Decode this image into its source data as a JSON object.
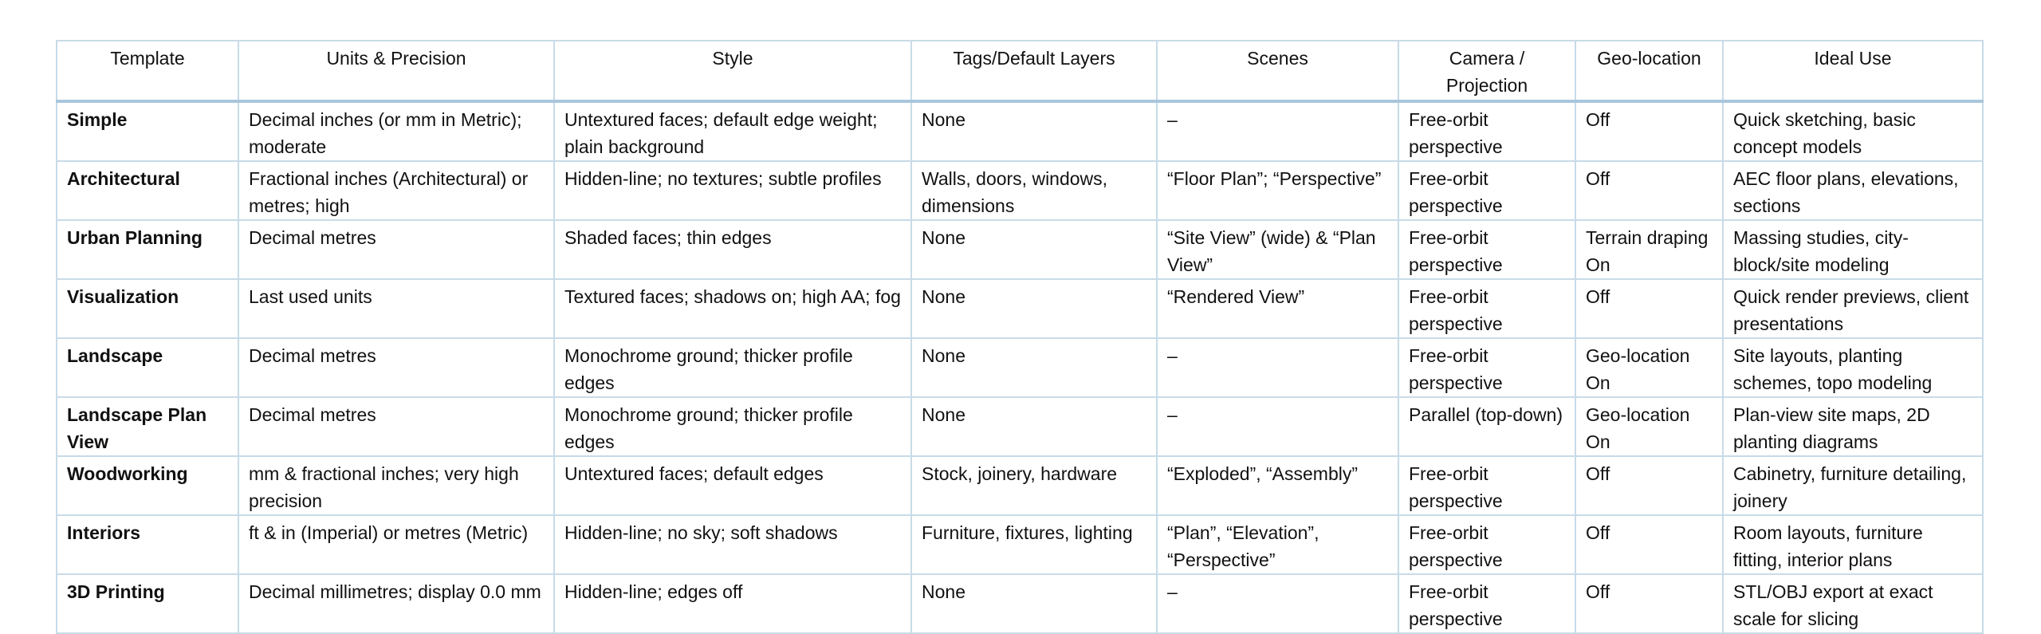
{
  "table": {
    "columns": [
      "Template",
      "Units & Precision",
      "Style",
      "Tags/Default Layers",
      "Scenes",
      "Camera / Projection",
      "Geo-location",
      "Ideal Use"
    ],
    "rows": [
      [
        "Simple",
        "Decimal inches (or mm in Metric); moderate",
        "Untextured faces; default edge weight; plain background",
        "None",
        "–",
        "Free-orbit perspective",
        "Off",
        "Quick sketching, basic concept models"
      ],
      [
        "Architectural",
        "Fractional inches (Architectural) or metres; high",
        "Hidden-line; no textures; subtle profiles",
        "Walls, doors, windows, dimensions",
        "“Floor Plan”; “Perspective”",
        "Free-orbit perspective",
        "Off",
        "AEC floor plans, elevations, sections"
      ],
      [
        "Urban Planning",
        "Decimal metres",
        "Shaded faces; thin edges",
        "None",
        "“Site View” (wide) & “Plan View”",
        "Free-orbit perspective",
        "Terrain draping On",
        "Massing studies, city-block/site modeling"
      ],
      [
        "Visualization",
        "Last used units",
        "Textured faces; shadows on; high AA; fog",
        "None",
        "“Rendered View”",
        "Free-orbit perspective",
        "Off",
        "Quick render previews, client presentations"
      ],
      [
        "Landscape",
        "Decimal metres",
        "Monochrome ground; thicker profile edges",
        "None",
        "–",
        "Free-orbit perspective",
        "Geo-location On",
        "Site layouts, planting schemes, topo modeling"
      ],
      [
        "Landscape Plan View",
        "Decimal metres",
        "Monochrome ground; thicker profile edges",
        "None",
        "–",
        "Parallel (top-down)",
        "Geo-location On",
        "Plan-view site maps, 2D planting diagrams"
      ],
      [
        "Woodworking",
        "mm & fractional inches; very high precision",
        "Untextured faces; default edges",
        "Stock, joinery, hardware",
        "“Exploded”, “Assembly”",
        "Free-orbit perspective",
        "Off",
        "Cabinetry, furniture detailing, joinery"
      ],
      [
        "Interiors",
        "ft & in (Imperial) or metres (Metric)",
        "Hidden-line; no sky; soft shadows",
        "Furniture, fixtures, lighting",
        "“Plan”, “Elevation”, “Perspective”",
        "Free-orbit perspective",
        "Off",
        "Room layouts, furniture fitting, interior plans"
      ],
      [
        "3D Printing",
        "Decimal millimetres; display 0.0 mm",
        "Hidden-line; edges off",
        "None",
        "–",
        "Free-orbit perspective",
        "Off",
        "STL/OBJ export at exact scale for slicing"
      ]
    ]
  }
}
